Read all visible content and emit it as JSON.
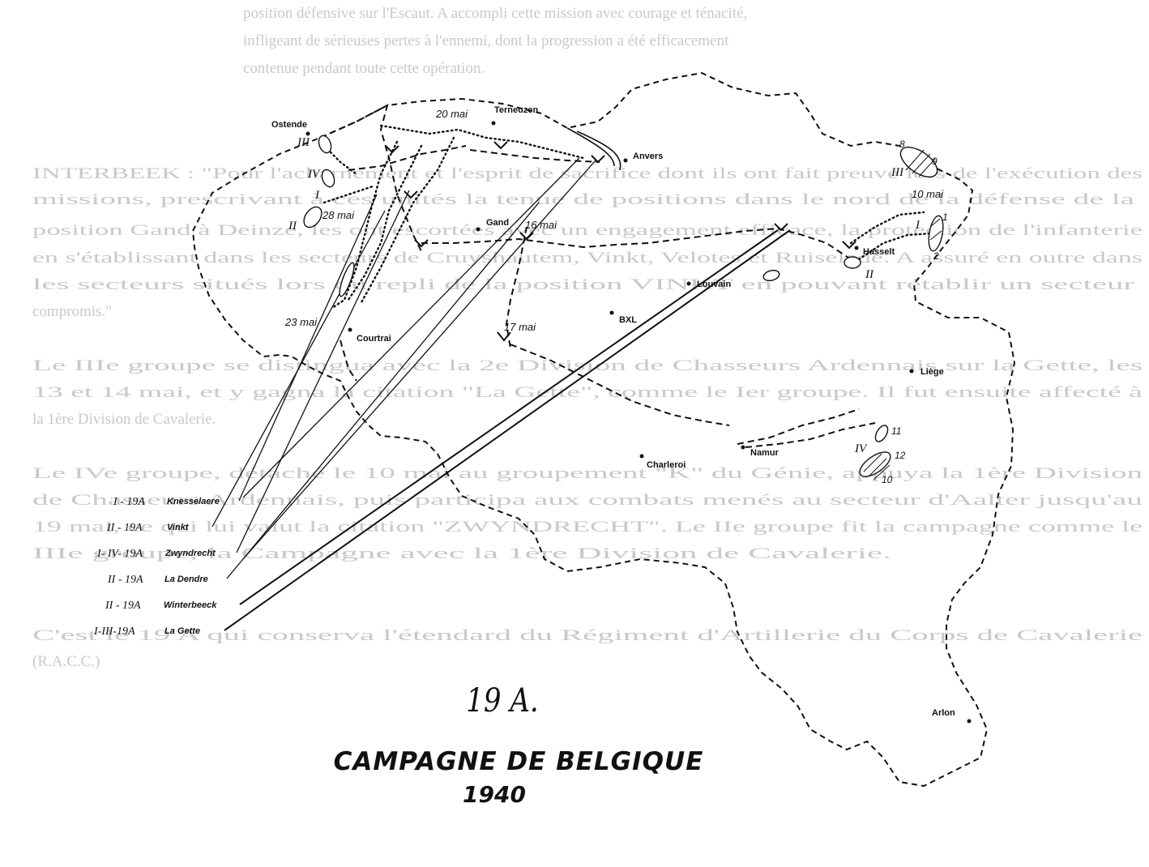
{
  "background_text": [
    "position défensive sur l'Escaut. A accompli cette mission avec courage et ténacité,",
    "infligeant de sérieuses pertes à l'ennemi, dont la progression a été efficacement",
    "contenue pendant toute cette opération.",
    "INTERBEEK : \"Pour l'acharnement et l'esprit de sacrifice dont ils ont fait preuve lors de l'exécution des",
    "missions, prescrivant à ces unités la tenue de positions dans le nord de la défense de la",
    "position Gand à Deinze, les ont escortées avec un engagement efficace, la protection de l'infanterie",
    "en s'établissant dans les secteurs de Cruyshautem, Vinkt, Velotes et Ruiselede. A assuré en outre dans",
    "les secteurs situés lors du repli de la position VINKT en pouvant rétablir un secteur",
    "compromis.\"",
    "Le IIIe groupe se distingua avec la 2e Division de Chasseurs Ardennais sur la Gette, les",
    "13 et 14 mai, et y gagna la citation \"La Gette\", comme le Ier groupe. Il fut ensuite affecté à",
    "la 1ère Division de Cavalerie.",
    "Le IVe groupe, détaché le 10 mai au groupement \"K\" du Génie, appuya la 1ère Division",
    "de Chasseurs Ardennais, puis participa aux combats menés au secteur d'Aalter jusqu'au",
    "19 mai, ce qui lui valut la citation \"ZWYNDRECHT\". Le IIe groupe fit la campagne comme le",
    "IIIe groupe, la Campagne avec la 1ère Division de Cavalerie.",
    "C'est le 19 A qui conserva l'étendard du Régiment d'Artillerie du Corps de Cavalerie",
    "(R.A.C.C.)"
  ],
  "places": {
    "ostende": "Ostende",
    "terneuzen": "Terneuzen",
    "anvers": "Anvers",
    "gand": "Gand",
    "hasselt": "Hasselt",
    "louvain": "Louvain",
    "bxl": "BXL",
    "courtrai": "Courtrai",
    "liege": "Liège",
    "namur": "Namur",
    "charleroi": "Charleroi",
    "arlon": "Arlon"
  },
  "dates": {
    "may20": "20 mai",
    "may28": "28 mai",
    "may16": "16 mai",
    "may23": "23 mai",
    "may17": "17 mai",
    "may10": "10 mai"
  },
  "groups": {
    "ostende_III": "III",
    "west_IV": "IV",
    "west_I": "I",
    "west_II": "II",
    "east_III": "III",
    "east_I": "I",
    "hasselt_II": "II",
    "south_IV": "IV"
  },
  "battery_numbers": {
    "n8": "8",
    "n9": "9",
    "n1": "1",
    "n2": "2",
    "n11": "11",
    "n12": "12",
    "n10": "10"
  },
  "legend": [
    {
      "unit": "I - 19A",
      "name": "Knesselaere"
    },
    {
      "unit": "II - 19A",
      "name": "Vinkt"
    },
    {
      "unit": "I- IV- 19A",
      "name": "Zwyndrecht"
    },
    {
      "unit": "II - 19A",
      "name": "La Dendre"
    },
    {
      "unit": "II - 19A",
      "name": "Winterbeeck"
    },
    {
      "unit": "I-III-19A",
      "name": "La Gette"
    }
  ],
  "title": "19 A.",
  "subtitle": "CAMPAGNE DE BELGIQUE",
  "year": "1940"
}
